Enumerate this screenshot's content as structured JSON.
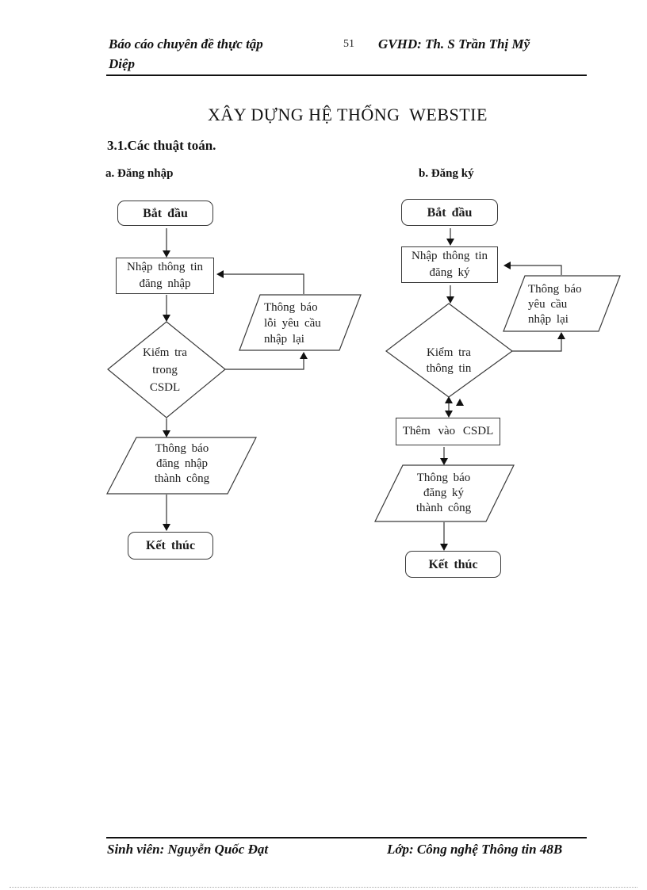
{
  "header": {
    "left_line1": "Báo cáo chuyên đề thực tập",
    "left_line2": "Diệp",
    "page_number": "51",
    "right": "GVHD: Th. S Trần Thị Mỹ"
  },
  "title": "XÂY DỰNG HỆ THỐNG  WEBSTIE",
  "section_heading": "3.1.Các thuật toán.",
  "flowcharts": {
    "login": {
      "caption": "a. Đăng nhập",
      "start": "Bắt đầu",
      "input": "Nhập thông tin\nđăng nhập",
      "decision": "Kiểm tra\ntrong\nCSDL",
      "error": "Thông báo\nlỗi yêu cầu\nnhập lại",
      "success": "Thông báo\nđăng nhập\nthành công",
      "end": "Kết thúc"
    },
    "register": {
      "caption": "b. Đăng ký",
      "start": "Bắt đầu",
      "input": "Nhập thông tin\nđăng ký",
      "decision": "Kiểm tra\nthông tin",
      "error": "Thông báo\nyêu cầu\nnhập lại",
      "add": "Thêm vào CSDL",
      "success": "Thông báo\nđăng ký\nthành công",
      "end": "Kết thúc"
    }
  },
  "footer": {
    "left": "Sinh viên: Nguyễn Quốc Đạt",
    "right": "Lớp: Công nghệ Thông tin 48B"
  },
  "colors": {
    "ink": "#1c1c1c",
    "line": "#333333",
    "paper": "#ffffff"
  }
}
